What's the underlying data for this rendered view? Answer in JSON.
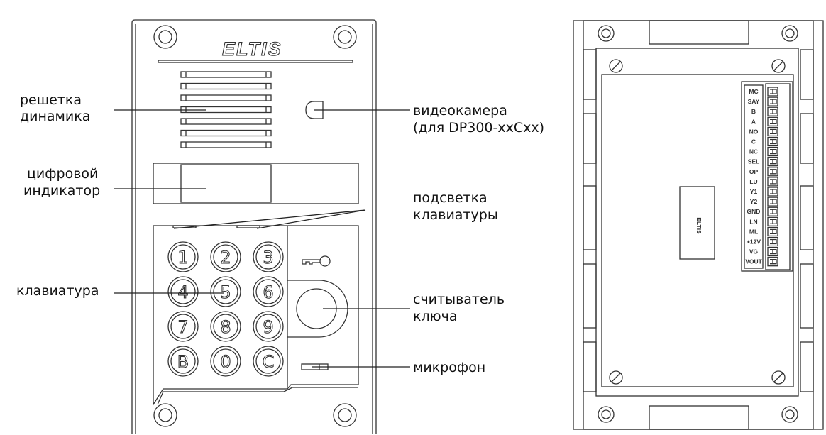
{
  "front_panel": {
    "logo": "ELTIS",
    "keys": [
      "1",
      "2",
      "3",
      "4",
      "5",
      "6",
      "7",
      "8",
      "9",
      "B",
      "0",
      "C"
    ]
  },
  "labels": {
    "speaker_grille": [
      "решетка",
      "динамика"
    ],
    "digital_display": [
      "цифровой",
      "индикатор"
    ],
    "keypad": "клавиатура",
    "video_camera": [
      "видеокамера",
      "(для DP300-xxCxx)"
    ],
    "keypad_backlight": [
      "подсветка",
      "клавиатуры"
    ],
    "key_reader": [
      "считыватель",
      "ключа"
    ],
    "microphone": "микрофон"
  },
  "back_panel": {
    "terminals": [
      "MC",
      "SAY",
      "B",
      "A",
      "NO",
      "C",
      "NC",
      "SEL",
      "OP",
      "LU",
      "Y1",
      "Y2",
      "GND",
      "LN",
      "ML",
      "+12V",
      "VG",
      "VOUT"
    ],
    "sticker_logo": "ELTIS"
  }
}
